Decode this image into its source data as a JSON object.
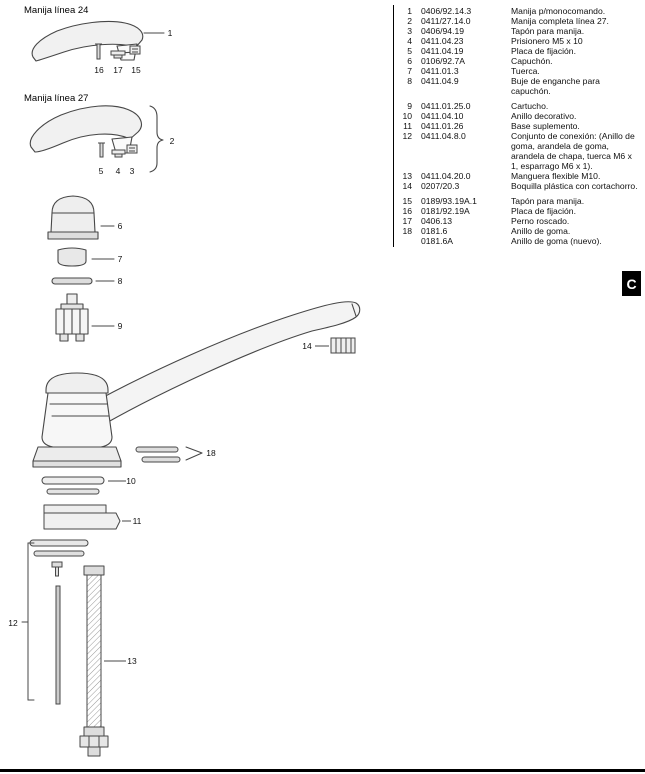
{
  "page": {
    "section_tab": "C"
  },
  "diagram": {
    "labels": {
      "linea24": "Manija línea 24",
      "linea27": "Manija línea 27"
    },
    "callouts": {
      "c1": "1",
      "c2": "2",
      "c3": "3",
      "c4": "4",
      "c5": "5",
      "c6": "6",
      "c7": "7",
      "c8": "8",
      "c9": "9",
      "c10": "10",
      "c11": "11",
      "c12": "12",
      "c13": "13",
      "c14": "14",
      "c15": "15",
      "c16": "16",
      "c17": "17",
      "c18": "18"
    }
  },
  "parts": {
    "rows": [
      {
        "num": "1",
        "code": "0406/92.14.3",
        "desc": "Manija p/monocomando."
      },
      {
        "num": "2",
        "code": "0411/27.14.0",
        "desc": "Manija completa línea 27."
      },
      {
        "num": "3",
        "code": "0406/94.19",
        "desc": "Tapón para manija."
      },
      {
        "num": "4",
        "code": "0411.04.23",
        "desc": "Prisionero M5 x 10"
      },
      {
        "num": "5",
        "code": "0411.04.19",
        "desc": "Placa de fijación."
      },
      {
        "num": "6",
        "code": "0106/92.7A",
        "desc": "Capuchón."
      },
      {
        "num": "7",
        "code": "0411.01.3",
        "desc": "Tuerca."
      },
      {
        "num": "8",
        "code": "0411.04.9",
        "desc": "Buje de enganche para capuchón."
      },
      {
        "num": "9",
        "code": "0411.01.25.0",
        "desc": "Cartucho."
      },
      {
        "num": "10",
        "code": "0411.04.10",
        "desc": "Anillo decorativo."
      },
      {
        "num": "11",
        "code": "0411.01.26",
        "desc": "Base suplemento."
      },
      {
        "num": "12",
        "code": "0411.04.8.0",
        "desc": "Conjunto de conexión: (Anillo de goma, arandela de goma, arandela de chapa, tuerca M6 x 1, esparrago M6 x 1)."
      },
      {
        "num": "13",
        "code": "0411.04.20.0",
        "desc": "Manguera flexible M10."
      },
      {
        "num": "14",
        "code": "0207/20.3",
        "desc": "Boquilla plástica con cortachorro."
      },
      {
        "num": "15",
        "code": "0189/93.19A.1",
        "desc": "Tapón para manija."
      },
      {
        "num": "16",
        "code": "0181/92.19A",
        "desc": "Placa de fijación."
      },
      {
        "num": "17",
        "code": "0406.13",
        "desc": "Perno roscado."
      },
      {
        "num": "18",
        "code": "0181.6",
        "desc": "Anillo de goma."
      },
      {
        "num": "",
        "code": "0181.6A",
        "desc": "Anillo de goma (nuevo)."
      }
    ]
  }
}
